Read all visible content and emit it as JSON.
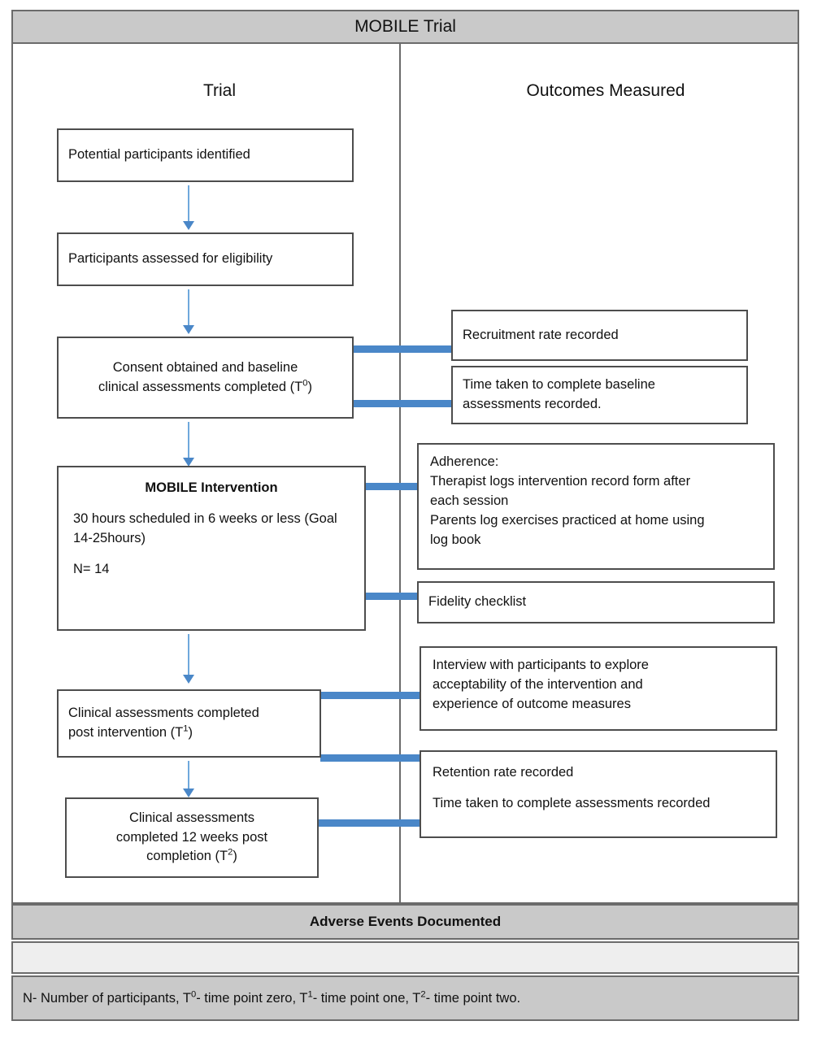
{
  "title": "MOBILE Trial",
  "columns": {
    "left_header": "Trial",
    "right_header": "Outcomes Measured"
  },
  "trial_boxes": [
    {
      "id": "potential-participants",
      "text": "Potential participants identified"
    },
    {
      "id": "assessed-eligibility",
      "text": "Participants assessed for eligibility"
    },
    {
      "id": "consent-baseline",
      "line1": "Consent obtained and baseline",
      "line2_pre": "clinical assessments completed (T",
      "line2_sup": "0",
      "line2_post": ")"
    },
    {
      "id": "mobile-intervention",
      "heading": "MOBILE Intervention",
      "para1": "30 hours scheduled in 6 weeks or less (Goal 14-25hours)",
      "para2": "N= 14"
    },
    {
      "id": "post-intervention-assessments",
      "line1": "Clinical assessments completed",
      "line2_pre": "post intervention (T",
      "line2_sup": "1",
      "line2_post": ")"
    },
    {
      "id": "twelve-week-assessments",
      "line1": "Clinical assessments",
      "line2": "completed 12 weeks post",
      "line3_pre": "completion (T",
      "line3_sup": "2",
      "line3_post": ")"
    }
  ],
  "outcome_boxes": [
    {
      "id": "recruitment-rate",
      "text": "Recruitment rate recorded"
    },
    {
      "id": "baseline-time",
      "line1": "Time taken to complete baseline",
      "line2": "assessments recorded."
    },
    {
      "id": "adherence",
      "line1": "Adherence:",
      "line2": "Therapist logs intervention record form after",
      "line3": "each session",
      "line4": "Parents log exercises practiced at home using",
      "line5": "log book"
    },
    {
      "id": "fidelity-checklist",
      "text": "Fidelity checklist"
    },
    {
      "id": "interview-acceptability",
      "line1": "Interview with participants to explore",
      "line2": "acceptability of the intervention and",
      "line3": "experience of outcome measures"
    },
    {
      "id": "retention-and-time",
      "para1": "Retention rate recorded",
      "para2": "Time taken to complete assessments recorded"
    }
  ],
  "footer": {
    "adverse_events": "Adverse Events Documented",
    "legend_a": "N- Number of participants, T",
    "legend_a_sup": "0",
    "legend_b": "- time point zero, T",
    "legend_b_sup": "1",
    "legend_c": "- time point one, T",
    "legend_c_sup": "2",
    "legend_d": "- time point two."
  },
  "colors": {
    "header_fill": "#c9c9c9",
    "connector_blue": "#4a87c8",
    "arrow_blue": "#6fa8dc",
    "border_gray": "#4d4d4d"
  }
}
